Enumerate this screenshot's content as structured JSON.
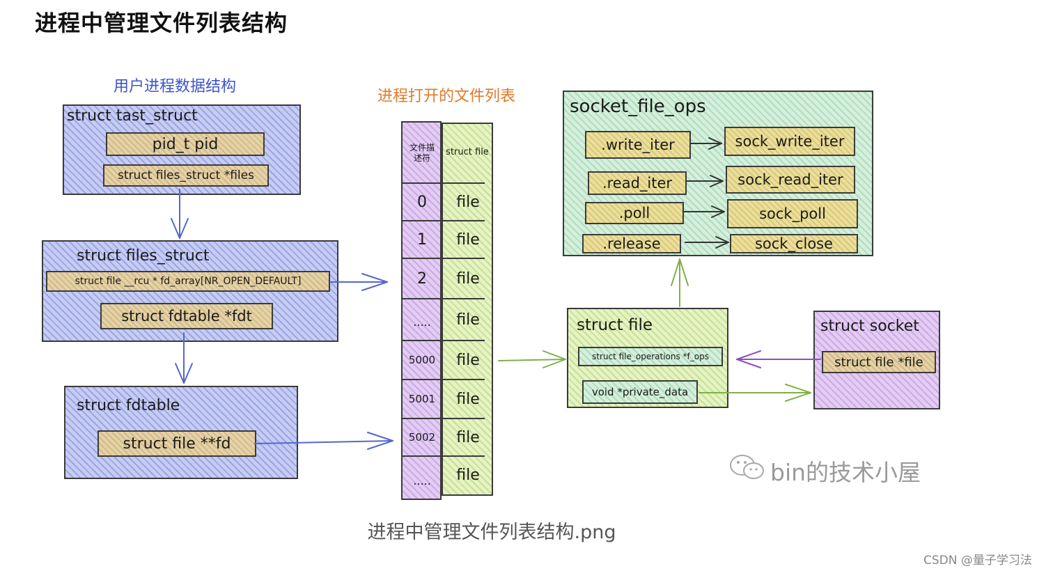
{
  "title": "进程中管理文件列表结构",
  "user_process": {
    "heading": "用户进程数据结构",
    "task_struct": {
      "label": "struct  tast_struct",
      "pid": "pid_t  pid",
      "files": "struct  files_struct *files"
    },
    "files_struct": {
      "label": "struct files_struct",
      "fd_array": "struct file __rcu * fd_array[NR_OPEN_DEFAULT]",
      "fdt": "struct fdtable *fdt"
    },
    "fdtable": {
      "label": "struct fdtable",
      "fd": "struct file **fd"
    }
  },
  "open_files": {
    "heading": "进程打开的文件列表",
    "col_fd": "文件描述符",
    "col_file": "struct file",
    "rows": [
      {
        "fd": "0",
        "file": "file"
      },
      {
        "fd": "1",
        "file": "file"
      },
      {
        "fd": "2",
        "file": "file"
      },
      {
        "fd": ".....",
        "file": "file"
      },
      {
        "fd": "5000",
        "file": "file"
      },
      {
        "fd": "5001",
        "file": "file"
      },
      {
        "fd": "5002",
        "file": "file"
      },
      {
        "fd": ".....",
        "file": "file"
      }
    ]
  },
  "socket_file_ops": {
    "label": "socket_file_ops",
    "ops": [
      {
        "op": ".write_iter",
        "impl": "sock_write_iter"
      },
      {
        "op": ".read_iter",
        "impl": "sock_read_iter"
      },
      {
        "op": ".poll",
        "impl": "sock_poll"
      },
      {
        "op": ".release",
        "impl": "sock_close"
      }
    ]
  },
  "struct_file": {
    "label": "struct file",
    "f_ops": "struct file_operations *f_ops",
    "private_data": "void *private_data"
  },
  "struct_socket": {
    "label": "struct socket",
    "file": "struct file *file"
  },
  "caption": "进程中管理文件列表结构.png",
  "watermark": "bin的技术小屋",
  "footer": "CSDN @量子学习法",
  "colors": {
    "blue": "#c7cdf2",
    "green": "#d6efdc",
    "lime": "#e6f3c4",
    "purple": "#e3cdf2",
    "tan": "#e6d2a8",
    "arrow_blue": "#5566cc",
    "arrow_green": "#7fb04a",
    "arrow_purple": "#8a4fc0"
  }
}
